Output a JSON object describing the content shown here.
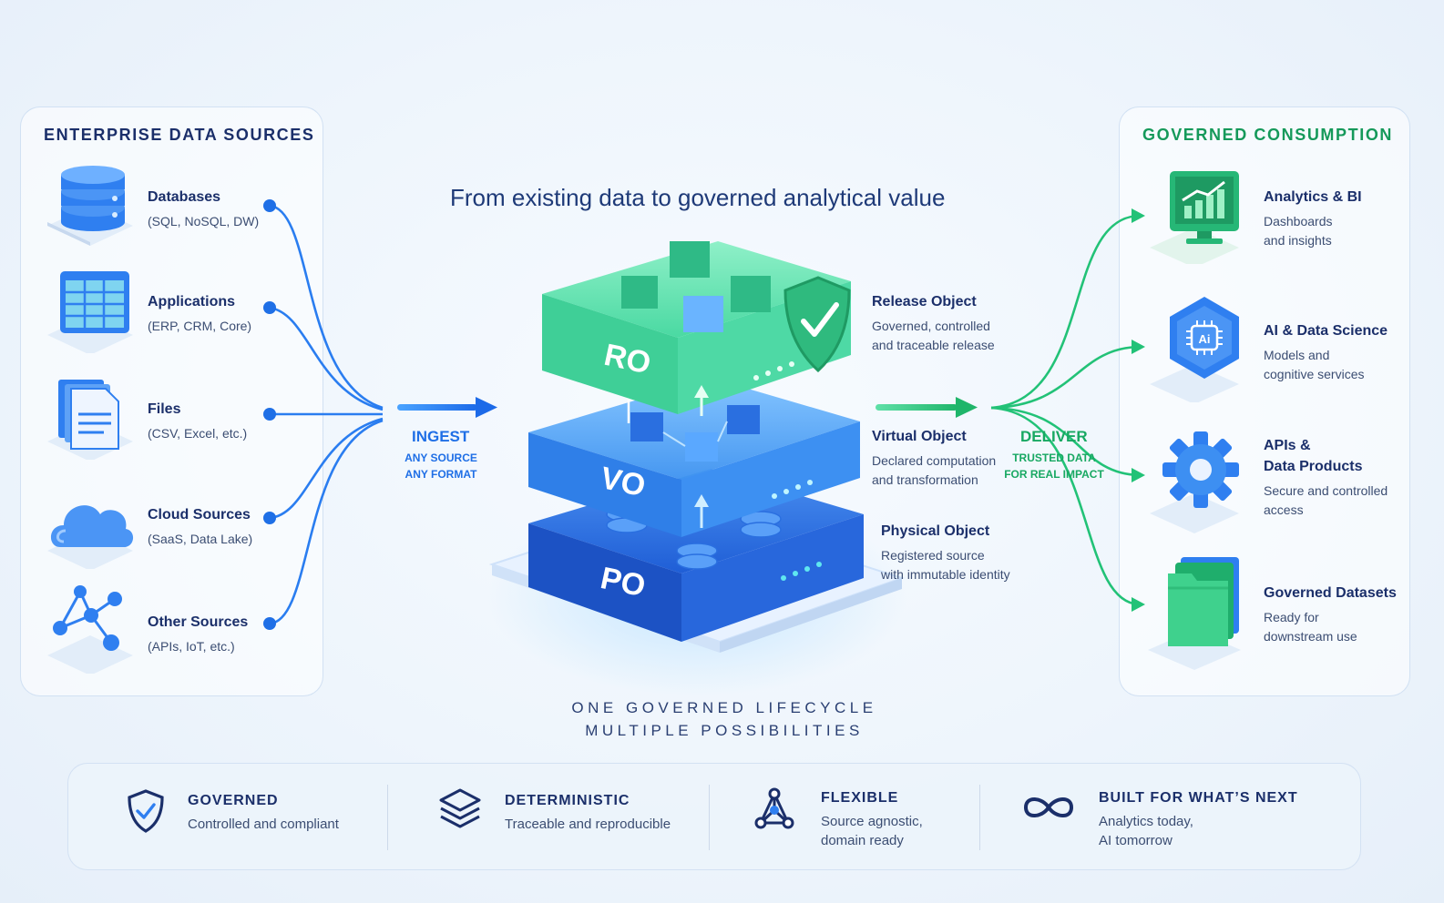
{
  "diagram_title": "From existing data to governed analytical value",
  "sources": {
    "title": "ENTERPRISE DATA SOURCES",
    "items": [
      {
        "name": "Databases",
        "sub": "(SQL, NoSQL, DW)",
        "icon": "database-icon"
      },
      {
        "name": "Applications",
        "sub": "(ERP, CRM, Core)",
        "icon": "application-window-icon"
      },
      {
        "name": "Files",
        "sub": "(CSV, Excel, etc.)",
        "icon": "files-icon"
      },
      {
        "name": "Cloud Sources",
        "sub": "(SaaS, Data Lake)",
        "icon": "cloud-icon"
      },
      {
        "name": "Other Sources",
        "sub": "(APIs, IoT, etc.)",
        "icon": "network-nodes-icon"
      }
    ]
  },
  "ingest": {
    "label": "INGEST",
    "line1": "ANY SOURCE",
    "line2": "ANY FORMAT",
    "color": "#1f6fe6"
  },
  "stack": {
    "layers": [
      {
        "code": "RO",
        "name": "Release Object",
        "line1": "Governed, controlled",
        "line2": "and traceable release",
        "color": "#3ed8a0"
      },
      {
        "code": "VO",
        "name": "Virtual Object",
        "line1": "Declared computation",
        "line2": "and transformation",
        "color": "#3a8ff0"
      },
      {
        "code": "PO",
        "name": "Physical Object",
        "line1": "Registered source",
        "line2": "with immutable identity",
        "color": "#2262d6"
      }
    ]
  },
  "deliver": {
    "label": "DELIVER",
    "line1": "TRUSTED DATA",
    "line2": "FOR REAL IMPACT",
    "color": "#18a862"
  },
  "consumption": {
    "title": "GOVERNED CONSUMPTION",
    "items": [
      {
        "name": "Analytics & BI",
        "line1": "Dashboards",
        "line2": "and insights",
        "icon": "analytics-monitor-icon"
      },
      {
        "name": "AI & Data Science",
        "line1": "Models and",
        "line2": "cognitive services",
        "icon": "ai-chip-icon",
        "chip_text": "Ai"
      },
      {
        "name1": "APIs &",
        "name2": "Data Products",
        "line1": "Secure and controlled",
        "line2": "access",
        "icon": "gear-icon"
      },
      {
        "name": "Governed Datasets",
        "line1": "Ready for",
        "line2": "downstream use",
        "icon": "folder-icon"
      }
    ]
  },
  "lifecycle": {
    "line1": "ONE GOVERNED LIFECYCLE",
    "line2": "MULTIPLE POSSIBILITIES"
  },
  "footer": [
    {
      "title": "GOVERNED",
      "line1": "Controlled and compliant",
      "line2": "",
      "icon": "shield-check-icon"
    },
    {
      "title": "DETERMINISTIC",
      "line1": "Traceable and reproducible",
      "line2": "",
      "icon": "layers-icon"
    },
    {
      "title": "FLEXIBLE",
      "line1": "Source agnostic,",
      "line2": "domain ready",
      "icon": "graph-nodes-icon"
    },
    {
      "title": "BUILT FOR WHAT’S NEXT",
      "line1": "Analytics today,",
      "line2": "AI tomorrow",
      "icon": "infinity-icon"
    }
  ]
}
